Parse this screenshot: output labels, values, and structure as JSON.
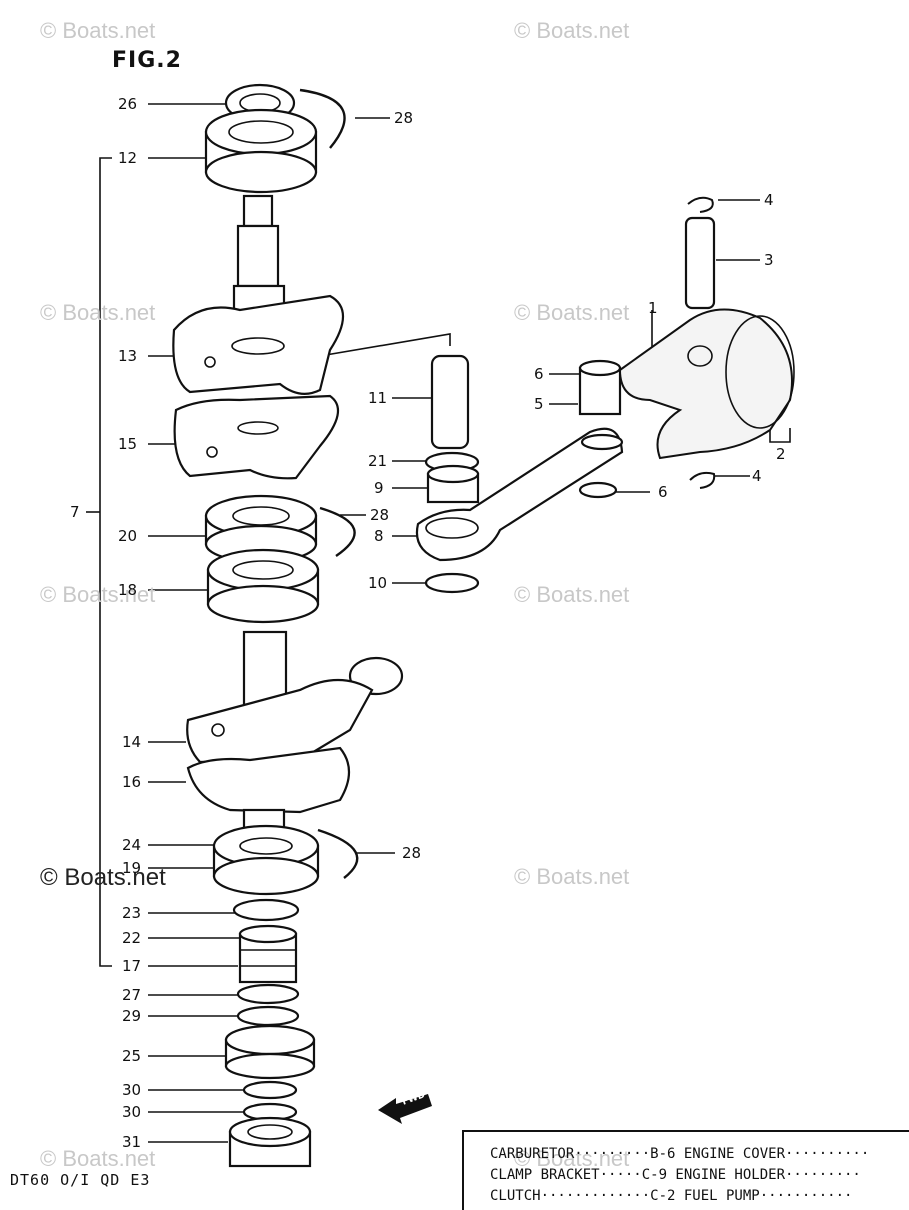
{
  "figure_title": "FIG.2",
  "watermarks": {
    "a": "© Boats.net",
    "b": "© Boats.net",
    "c": "© Boats.net",
    "d": "© Boats.net",
    "e": "© Boats.net",
    "f": "© Boats.net",
    "g": "© Boats.net",
    "h": "© Boats.net",
    "i": "© Boats.net",
    "j": "© Boats.net"
  },
  "callouts": {
    "c26": "26",
    "c28a": "28",
    "c12": "12",
    "c4a": "4",
    "c3": "3",
    "c1": "1",
    "c13": "13",
    "c11": "11",
    "c6a": "6",
    "c5": "5",
    "c15": "15",
    "c2": "2",
    "c21": "21",
    "c9": "9",
    "c4b": "4",
    "c6b": "6",
    "c7": "7",
    "c28b": "28",
    "c20": "20",
    "c8": "8",
    "c18": "18",
    "c10": "10",
    "c14": "14",
    "c16": "16",
    "c24": "24",
    "c28c": "28",
    "c19": "19",
    "c23": "23",
    "c22": "22",
    "c17": "17",
    "c27": "27",
    "c29": "29",
    "c25": "25",
    "c30a": "30",
    "c30b": "30",
    "c31": "31"
  },
  "fwd_label": "FWD",
  "model_code": "DT60 O/I QD E3",
  "cross_reference": {
    "row1": "CARBURETOR·········B-6 ENGINE COVER··········",
    "row2": "CLAMP BRACKET·····C-9 ENGINE HOLDER·········",
    "row3": "CLUTCH·············C-2 FUEL PUMP···········"
  }
}
